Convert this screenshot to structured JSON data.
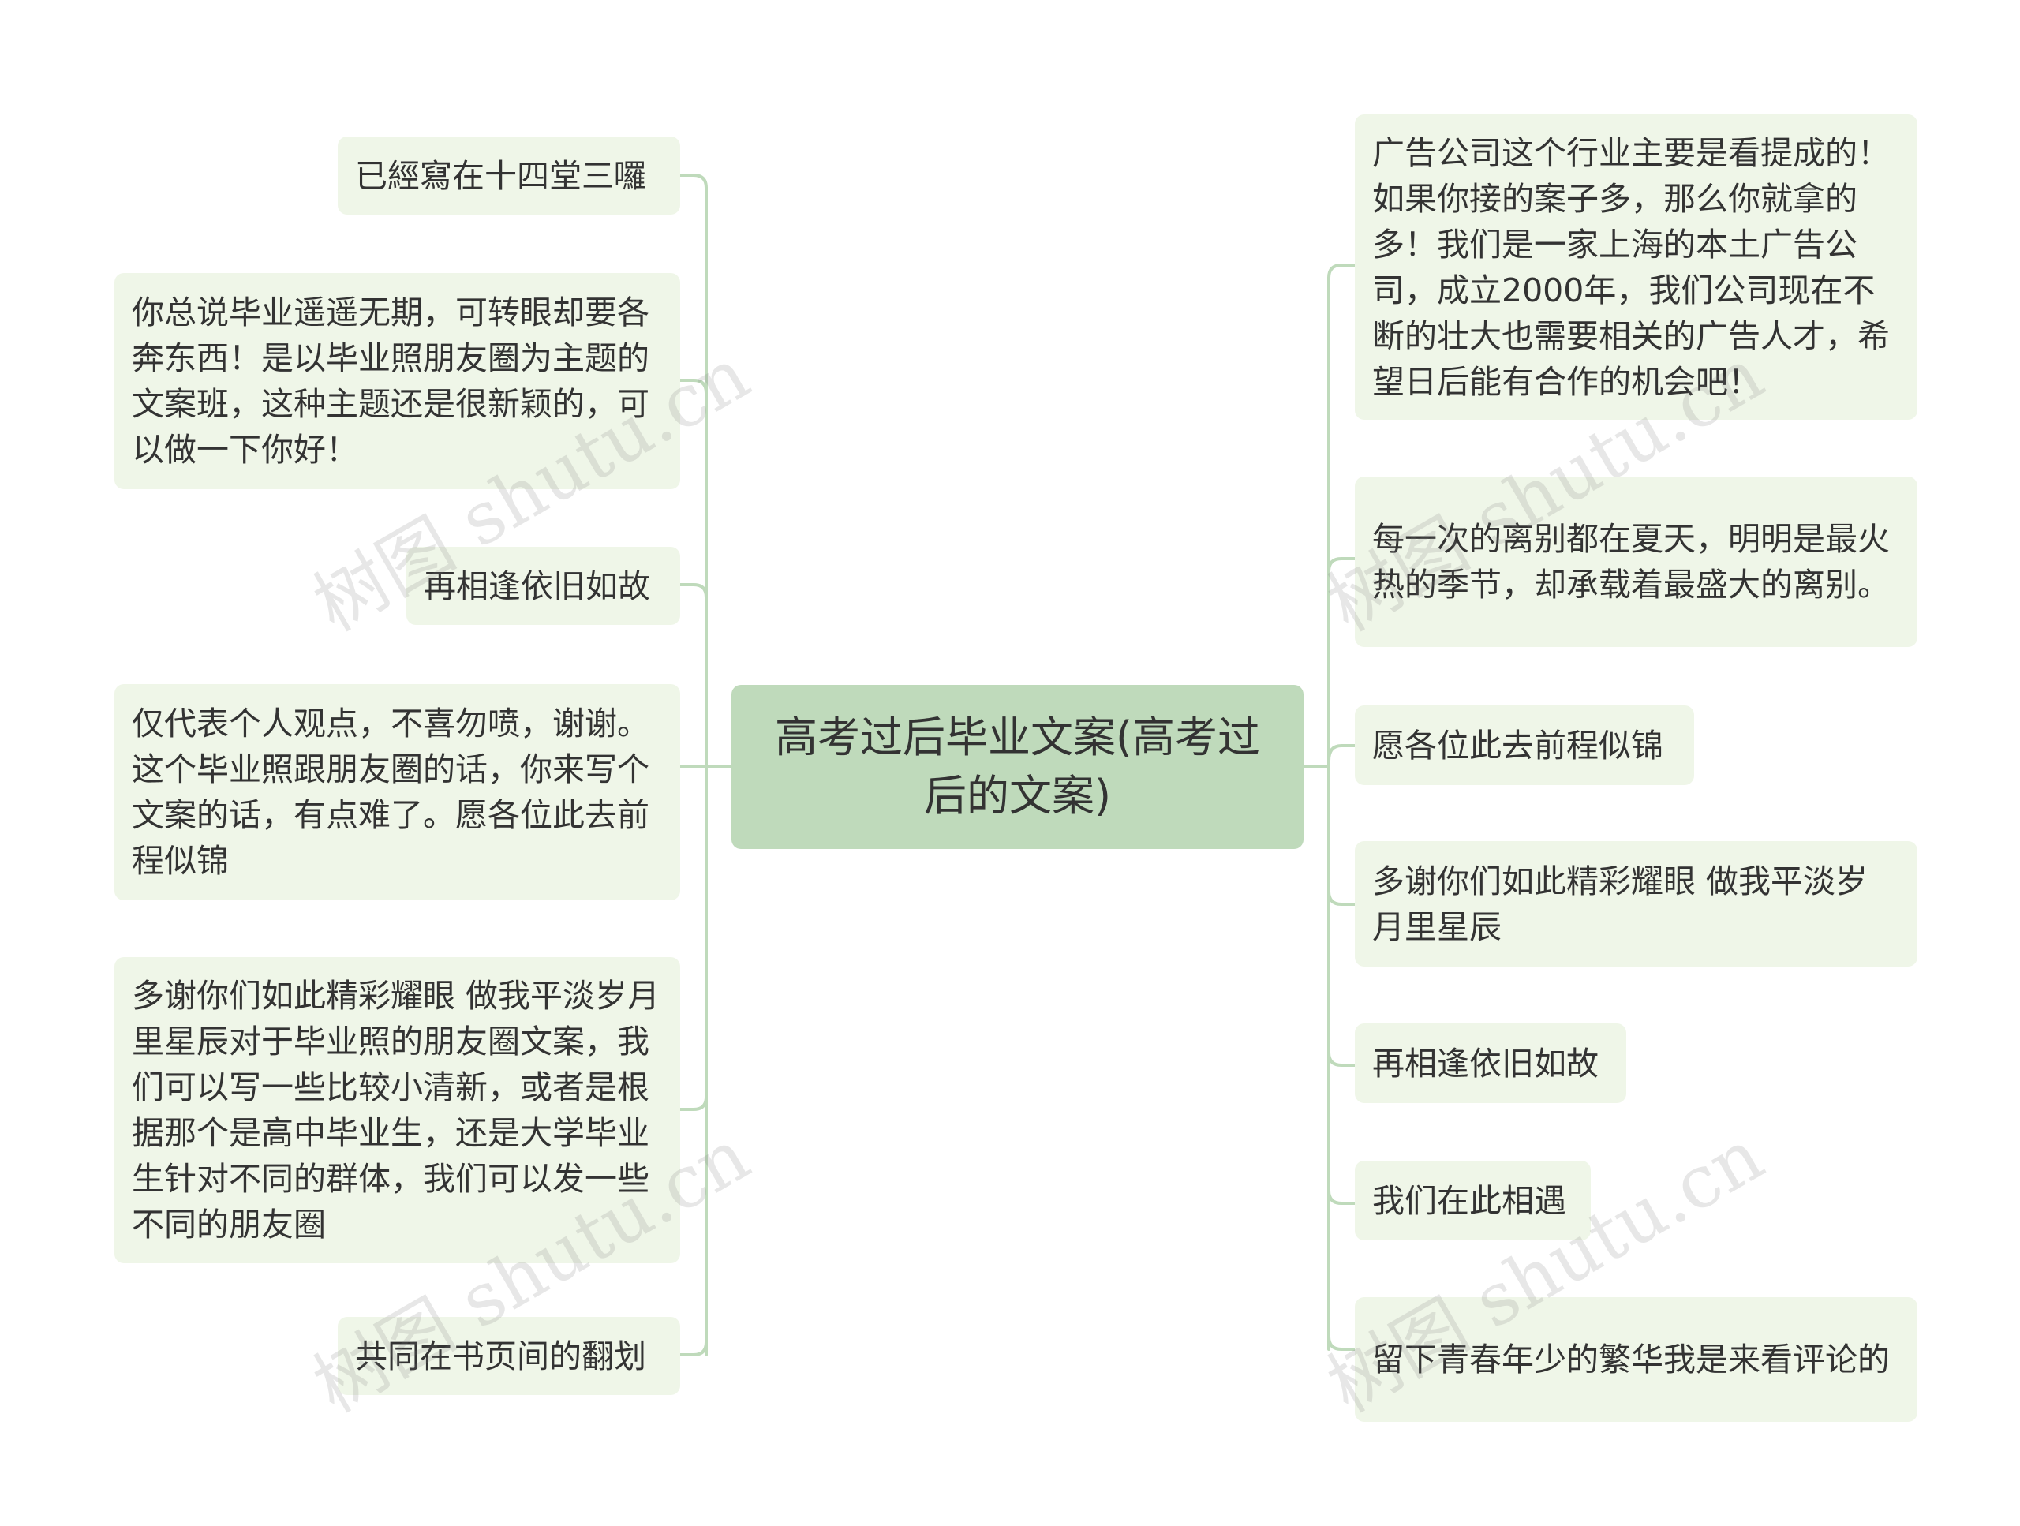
{
  "root": {
    "text": "高考过后毕业文案(高考过后的文案)"
  },
  "left_nodes": [
    {
      "text": "已經寫在十四堂三囉"
    },
    {
      "text": "你总说毕业遥遥无期，可转眼却要各奔东西！是以毕业照朋友圈为主题的文案班，这种主题还是很新颖的，可以做一下你好！"
    },
    {
      "text": "再相逢依旧如故"
    },
    {
      "text": "仅代表个人观点，不喜勿喷，谢谢。这个毕业照跟朋友圈的话，你来写个文案的话，有点难了。愿各位此去前程似锦"
    },
    {
      "text": "多谢你们如此精彩耀眼 做我平淡岁月里星辰对于毕业照的朋友圈文案，我们可以写一些比较小清新，或者是根据那个是高中毕业生，还是大学毕业生针对不同的群体，我们可以发一些不同的朋友圈"
    },
    {
      "text": "共同在书页间的翻划"
    }
  ],
  "right_nodes": [
    {
      "text": "广告公司这个行业主要是看提成的！如果你接的案子多，那么你就拿的多！我们是一家上海的本土广告公司，成立2000年，我们公司现在不断的壮大也需要相关的广告人才，希望日后能有合作的机会吧！"
    },
    {
      "text": "每一次的离别都在夏天，明明是最火热的季节，却承载着最盛大的离别。"
    },
    {
      "text": "愿各位此去前程似锦"
    },
    {
      "text": "多谢你们如此精彩耀眼 做我平淡岁月里星辰"
    },
    {
      "text": "再相逢依旧如故"
    },
    {
      "text": "我们在此相遇"
    },
    {
      "text": "留下青春年少的繁华我是来看评论的"
    }
  ],
  "watermarks": [
    {
      "text": "树图 shutu.cn"
    },
    {
      "text": "树图 shutu.cn"
    },
    {
      "text": "树图 shutu.cn"
    },
    {
      "text": "树图 shutu.cn"
    }
  ],
  "colors": {
    "root_fill": "#bfdabb",
    "leaf_fill": "#eff6e8",
    "connector": "#bfdabb",
    "text": "#333333"
  }
}
